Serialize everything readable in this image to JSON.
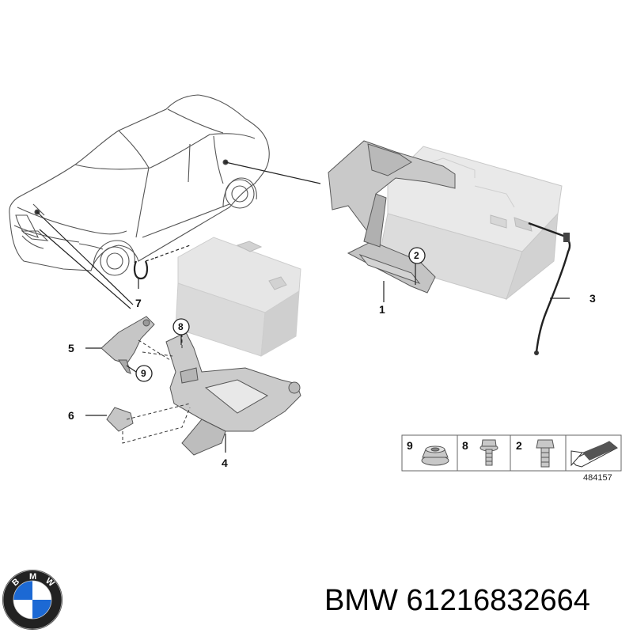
{
  "callouts": {
    "c1": "1",
    "c2": "2",
    "c3": "3",
    "c4": "4",
    "c5": "5",
    "c6": "6",
    "c7": "7",
    "c8": "8",
    "c9": "9"
  },
  "legend": {
    "items": [
      {
        "number": "9"
      },
      {
        "number": "8"
      },
      {
        "number": "2"
      }
    ],
    "diagram_number": "484157"
  },
  "logo": {
    "letters": [
      "B",
      "M",
      "W"
    ],
    "colors": {
      "blue": "#1c69d4",
      "white": "#ffffff",
      "ring": "#111111"
    }
  },
  "footer": {
    "brand": "BMW",
    "part_number": "61216832664"
  }
}
